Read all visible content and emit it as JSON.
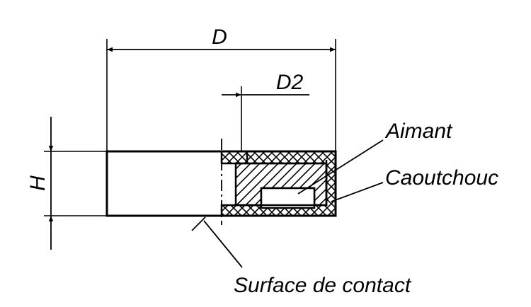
{
  "dimensions": {
    "diameter": "D",
    "inner_diameter": "D2",
    "height": "H"
  },
  "callouts": {
    "magnet": "Aimant",
    "rubber": "Caoutchouc",
    "contact_surface": "Surface de contact"
  },
  "colors": {
    "line": "#000000",
    "background": "#ffffff"
  }
}
